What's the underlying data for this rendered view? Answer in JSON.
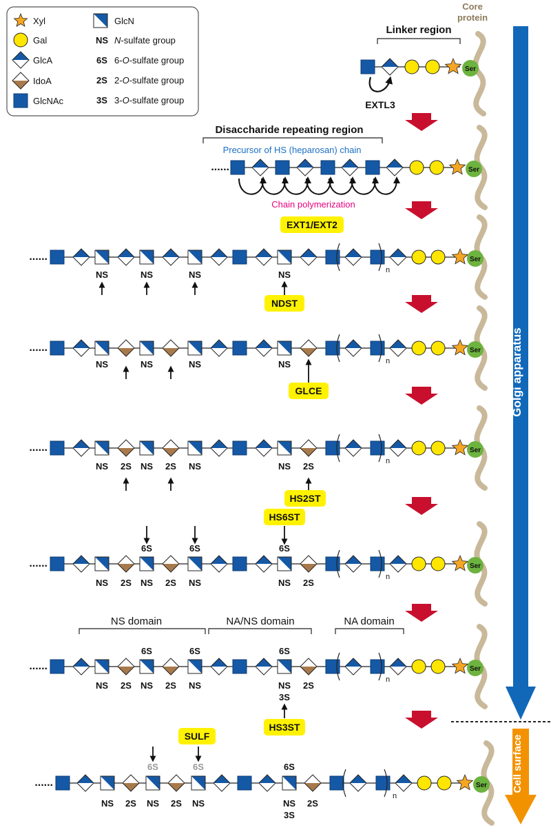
{
  "legend": {
    "items": [
      {
        "symbol": "xyl-star-icon",
        "label": "Xyl"
      },
      {
        "symbol": "gal-circle-icon",
        "label": "Gal"
      },
      {
        "symbol": "glca-diamond-icon",
        "label": "GlcA"
      },
      {
        "symbol": "idoa-diamond-icon",
        "label": "IdoA"
      },
      {
        "symbol": "glcnac-square-icon",
        "label": "GlcNAc"
      },
      {
        "symbol": "glcn-square-icon",
        "label": "GlcN"
      }
    ],
    "sulfate_groups": [
      {
        "code": "NS",
        "pre": "",
        "ital": "N",
        "post": "-sulfate group"
      },
      {
        "code": "6S",
        "pre": "6-",
        "ital": "O",
        "post": "-sulfate group"
      },
      {
        "code": "2S",
        "pre": "2-",
        "ital": "O",
        "post": "-sulfate group"
      },
      {
        "code": "3S",
        "pre": "3-",
        "ital": "O",
        "post": "-sulfate group"
      }
    ]
  },
  "labels": {
    "core_protein_line1": "Core",
    "core_protein_line2": "protein",
    "linker_region": "Linker region",
    "ser": "Ser",
    "extl3": "EXTL3",
    "disaccharide_region": "Disaccharide repeating region",
    "precursor": "Precursor of HS (heparosan) chain",
    "chain_polymerization": "Chain polymerization",
    "golgi": "Golgi apparatus",
    "cell_surface": "Cell surface",
    "ellipsis": "......",
    "n": "n"
  },
  "enzymes": [
    "EXT1/EXT2",
    "NDST",
    "GLCE",
    "HS2ST",
    "HS6ST",
    "HS3ST",
    "SULF"
  ],
  "domains": [
    "NS domain",
    "NA/NS domain",
    "NA domain"
  ],
  "sulfate_labels": {
    "ns": "NS",
    "s2": "2S",
    "s6": "6S",
    "s3": "3S"
  },
  "colors": {
    "glcnac": "#1559a6",
    "gal": "#ffe600",
    "xyl": "#f5a623",
    "idoa": "#a87a4b",
    "ser": "#6db33f",
    "core_protein": "#c9b99a",
    "red_arrow": "#c8102e",
    "golgi_arrow": "#1168b9",
    "cell_surface_arrow": "#f39200",
    "enzyme_bg": "#fff200",
    "precursor_text": "#1a6fc4",
    "polymerization_text": "#e6007e",
    "core_protein_text": "#8c7a5b",
    "faded_text": "#999999"
  }
}
